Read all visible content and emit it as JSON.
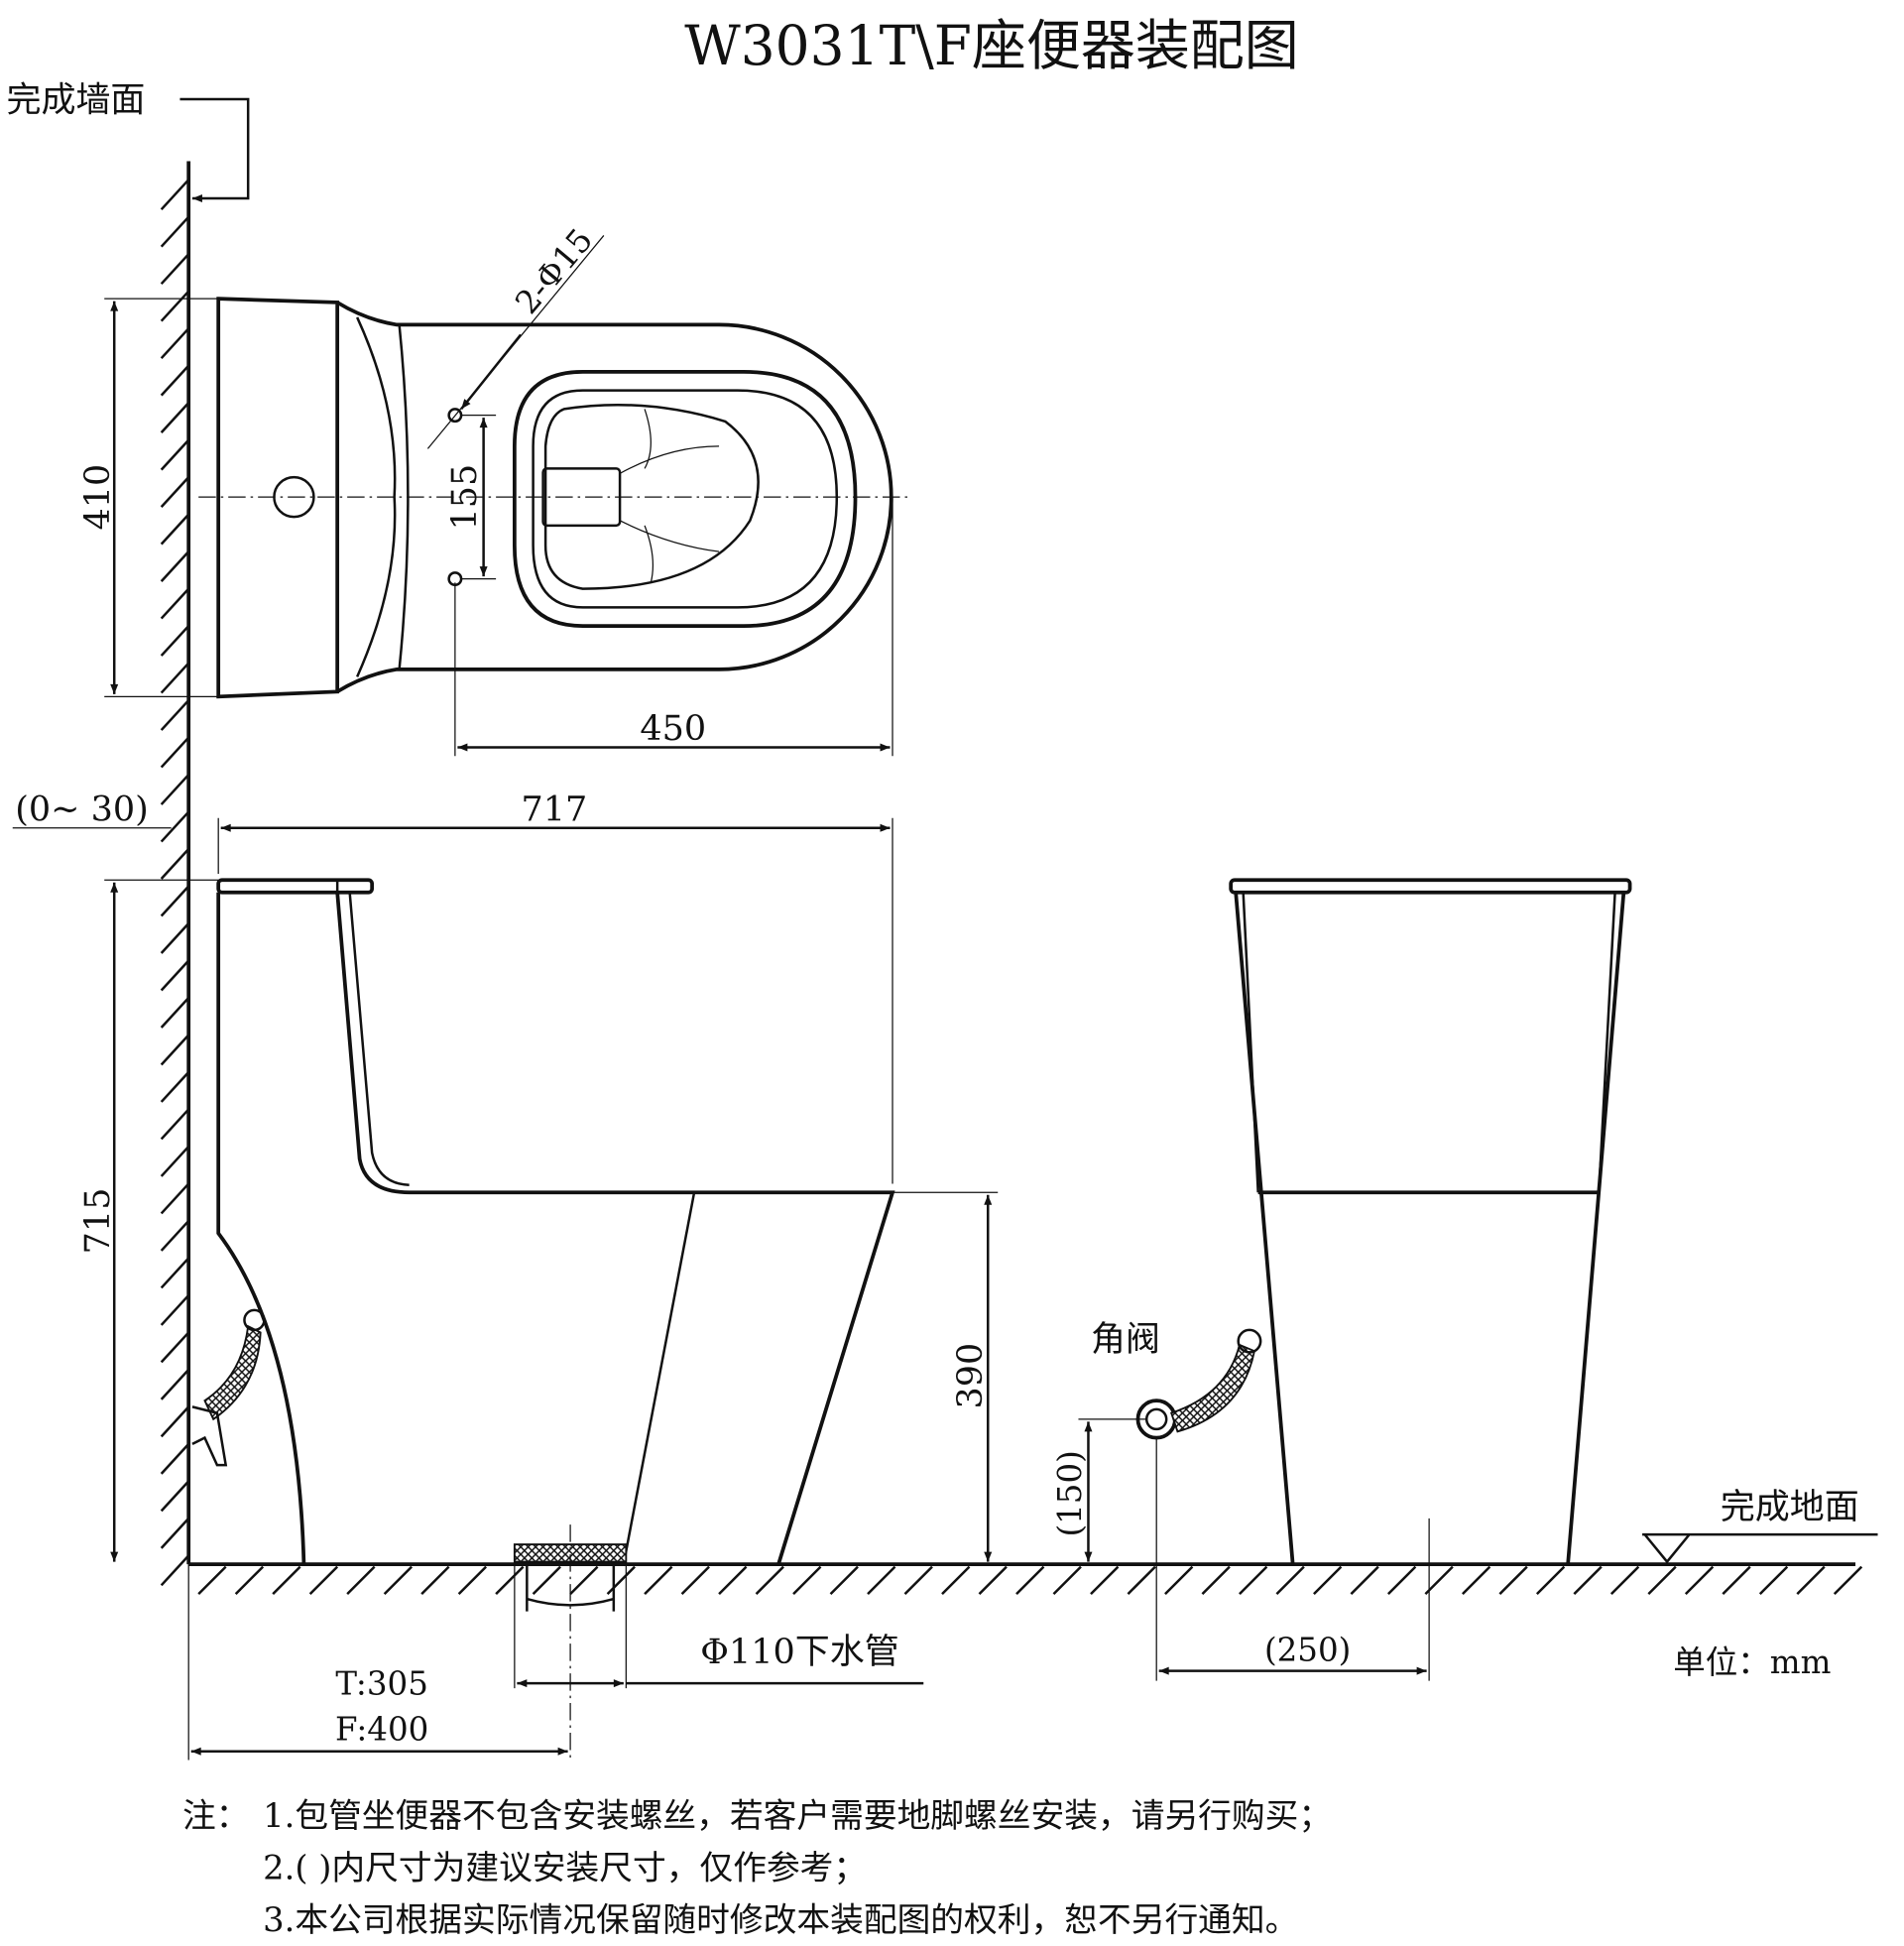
{
  "title": "W3031T\\F座便器装配图",
  "labels": {
    "finished_wall": "完成墙面",
    "finished_floor": "完成地面",
    "angle_valve": "角阀",
    "drain_pipe": "Φ110下水管",
    "unit": "单位：mm"
  },
  "dimensions": {
    "width_410": "410",
    "hole_spacing": "155",
    "holes": "2-Φ15",
    "length_450": "450",
    "wall_gap": "(0~ 30)",
    "length_717": "717",
    "height_715": "715",
    "seat_height": "390",
    "valve_height": "(150)",
    "valve_offset": "(250)",
    "rough_in_t": "T:305",
    "rough_in_f": "F:400"
  },
  "notes": {
    "prefix": "注：",
    "items": [
      "1.包管坐便器不包含安装螺丝，若客户需要地脚螺丝安装，请另行购买；",
      "2.( )内尺寸为建议安装尺寸，仅作参考；",
      "3.本公司根据实际情况保留随时修改本装配图的权利，恕不另行通知。"
    ]
  }
}
